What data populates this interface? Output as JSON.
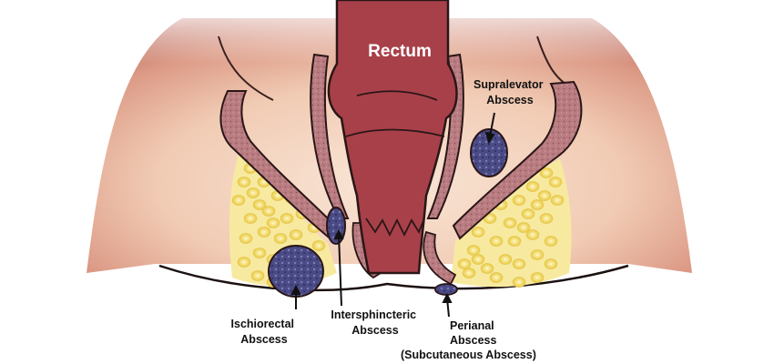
{
  "diagram": {
    "title": "Rectum",
    "labels": {
      "supralevator": [
        "Supralevator",
        "Abscess"
      ],
      "ischiorectal": [
        "Ischiorectal",
        "Abscess"
      ],
      "intersphincteric": [
        "Intersphincteric",
        "Abscess"
      ],
      "perianal": [
        "Perianal",
        "Abscess",
        "(Subcutaneous Abscess)"
      ]
    }
  },
  "colors": {
    "skin_light": "#f6dcc9",
    "skin_mid": "#e9b7a0",
    "skin_dark": "#c97e72",
    "rectum": "#a8404a",
    "rectum_dark": "#7e2630",
    "muscle": "#b67b80",
    "fat_yellow": "#f4e27a",
    "abscess": "#4b3a7a",
    "outline": "#2a1616"
  }
}
